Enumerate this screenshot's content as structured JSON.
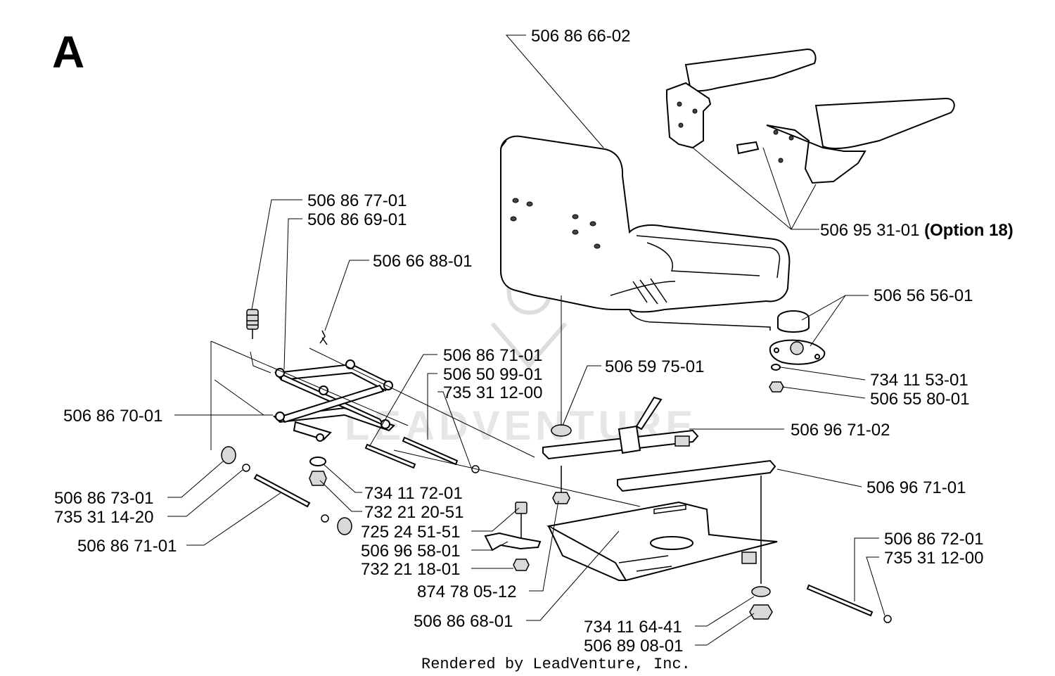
{
  "section_letter": "A",
  "watermark": "LEADVENTURE",
  "footer": "Rendered by LeadVenture, Inc.",
  "labels": {
    "seat": "506 86 66-02",
    "armrest": "506 95 31-01",
    "armrest_option": "(Option 18)",
    "stop_bolt": "506 86 77-01",
    "link_left": "506 86 69-01",
    "link_right": "506 66 88-01",
    "rod_upper": "506 86 71-01",
    "bushing_upper": "506 50 99-01",
    "clip_upper": "735 31 12-00",
    "link_frame": "506 86 70-01",
    "spacer": "506 86 73-01",
    "clip_left": "735 31 14-20",
    "rod_lower": "506 86 71-01",
    "washer_mid": "734 11 72-01",
    "nut_mid": "732 21 20-51",
    "bolt_small": "725 24 51-51",
    "bracket_small": "506 96 58-01",
    "nut_small": "732 21 18-01",
    "bolt_center": "874 78 05-12",
    "base_plate": "506 86 68-01",
    "washer_seat": "506 59 75-01",
    "slide_upper": "506 96 71-02",
    "slide_lower": "506 96 71-01",
    "switch": "506 56 56-01",
    "washer_switch": "734 11 53-01",
    "nut_switch": "506 55 80-01",
    "rod_right": "506 86 72-01",
    "clip_right": "735 31 12-00",
    "washer_bottom": "734 11 64-41",
    "nut_bottom": "506 89 08-01"
  }
}
